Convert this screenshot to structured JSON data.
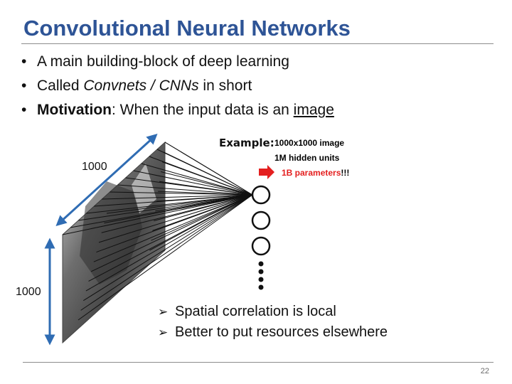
{
  "slide": {
    "title": "Convolutional Neural Networks",
    "page_number": "22",
    "accent_color": "#2e5496",
    "bullets": [
      {
        "text": "A main building-block of deep learning"
      },
      {
        "before": "Called ",
        "italic": "Convnets / CNNs",
        "after": " in short"
      },
      {
        "bold": "Motivation",
        "before": ": When the input data is an ",
        "underline": "image"
      }
    ],
    "figure": {
      "width_label": "1000",
      "height_label": "1000",
      "example_heading": "Example:",
      "example_lines": [
        "1000x1000 image",
        "1M hidden units"
      ],
      "params_label": "1B parameters",
      "params_suffix": "!!!"
    },
    "takeaways": [
      "Spatial correlation is local",
      "Better to put resources elsewhere"
    ]
  }
}
